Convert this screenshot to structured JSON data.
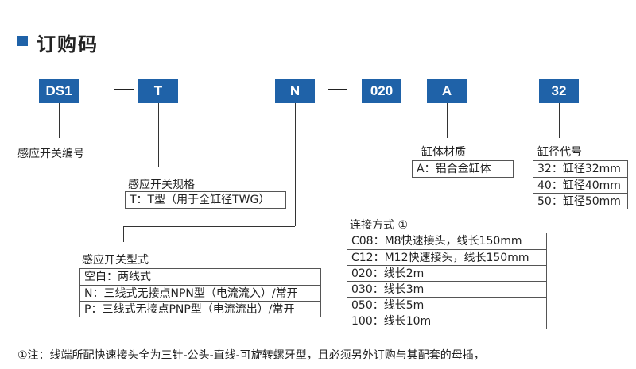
{
  "title": "订购码",
  "codes": {
    "c1": "DS1",
    "c2": "T",
    "c3": "N",
    "c4": "020",
    "c5": "A",
    "c6": "32"
  },
  "sensor": {
    "label": "感应开关编号"
  },
  "spec": {
    "label": "感应开关规格",
    "rows": [
      "T：T型（用于全缸径TWG）"
    ]
  },
  "mode": {
    "label": "感应开关型式",
    "rows": [
      "空白：两线式",
      "N：三线式无接点NPN型（电流流入）/常开",
      "P：三线式无接点PNP型（电流流出）/常开"
    ]
  },
  "connect": {
    "label": "连接方式 ①",
    "rows": [
      "C08：M8快速接头，线长150mm",
      "C12：M12快速接头，线长150mm",
      "020：线长2m",
      "030：线长3m",
      "050：线长5m",
      "100：线长10m"
    ]
  },
  "material": {
    "label": "缸体材质",
    "rows": [
      "A：铝合金缸体"
    ]
  },
  "bore": {
    "label": "缸径代号",
    "rows": [
      "32：缸径32mm",
      "40：缸径40mm",
      "50：缸径50mm"
    ]
  },
  "note": "①注：线端所配快速接头全为三针-公头-直线-可旋转螺牙型，且必须另外订购与其配套的母插，"
}
